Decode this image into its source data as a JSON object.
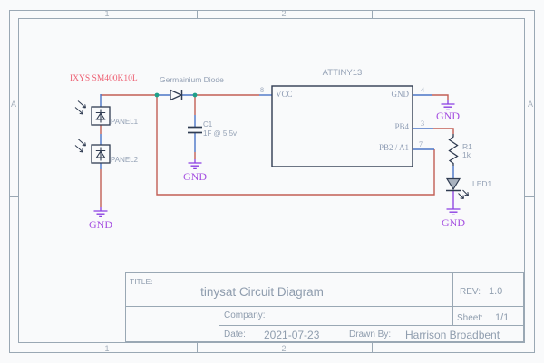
{
  "colors": {
    "background": "#f9fafb",
    "frame_line": "#9aa8b4",
    "wire_red": "#c25e55",
    "wire_blue": "#4a74c6",
    "junction_teal": "#1fa089",
    "symbol_navy": "#303c52",
    "ground_purple": "#8a3de2",
    "ground_text_purple": "#a44ee0",
    "label_gray": "#94a1b5",
    "part_number_pink": "#ed5f72"
  },
  "frame": {
    "column_markers": [
      "1",
      "2"
    ],
    "row_marker": "A"
  },
  "schematic": {
    "solar_part_number": "IXYS SM400K10L",
    "panel1_ref": "PANEL1",
    "panel2_ref": "PANEL2",
    "diode_label": "Germainium Diode",
    "cap_ref": "C1",
    "cap_value": "1F @ 5.5v",
    "mcu_ref": "ATTINY13",
    "mcu_pins": {
      "vcc_num": "8",
      "vcc_name": "VCC",
      "gnd_num": "4",
      "gnd_name": "GND",
      "pb4_num": "3",
      "pb4_name": "PB4",
      "pb2_num": "7",
      "pb2_name": "PB2 / A1"
    },
    "resistor_ref": "R1",
    "resistor_value": "1k",
    "led_ref": "LED1",
    "gnd_net": "GND"
  },
  "title_block": {
    "title_label": "TITLE:",
    "title": "tinysat Circuit Diagram",
    "rev_label": "REV:",
    "rev": "1.0",
    "company_label": "Company:",
    "sheet_label": "Sheet:",
    "sheet": "1/1",
    "date_label": "Date:",
    "date": "2021-07-23",
    "drawn_by_label": "Drawn By:",
    "drawn_by": "Harrison Broadbent"
  }
}
